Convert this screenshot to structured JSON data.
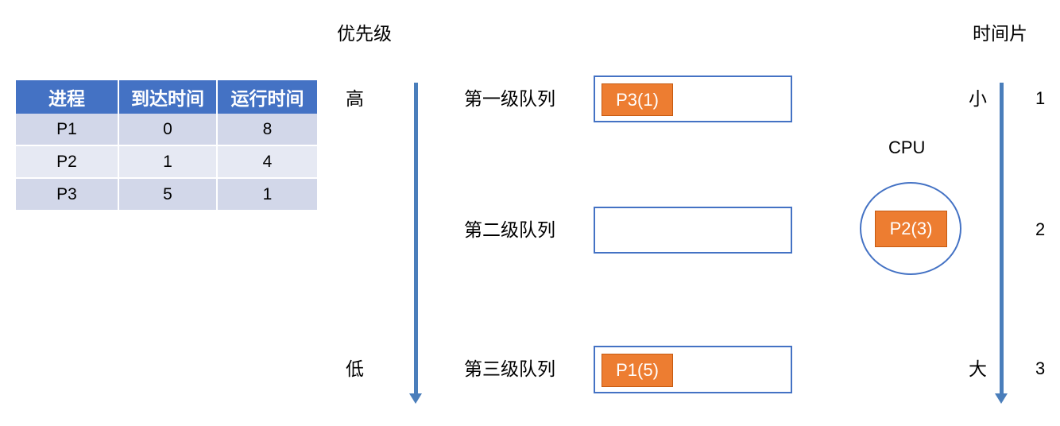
{
  "diagram": {
    "title_priority": "优先级",
    "title_timeslice": "时间片",
    "priority_high": "高",
    "priority_low": "低",
    "timeslice_small": "小",
    "timeslice_large": "大",
    "cpu_label": "CPU"
  },
  "table": {
    "headers": [
      "进程",
      "到达时间",
      "运行时间"
    ],
    "rows": [
      [
        "P1",
        "0",
        "8"
      ],
      [
        "P2",
        "1",
        "4"
      ],
      [
        "P3",
        "5",
        "1"
      ]
    ]
  },
  "queues": [
    {
      "label": "第一级队列",
      "process": "P3(1)",
      "timeslice": "1"
    },
    {
      "label": "第二级队列",
      "process": "",
      "timeslice": "2"
    },
    {
      "label": "第三级队列",
      "process": "P1(5)",
      "timeslice": "3"
    }
  ],
  "cpu": {
    "running_process": "P2(3)"
  },
  "colors": {
    "header_blue": "#4472C4",
    "row_dark": "#D2D7E9",
    "row_light": "#E6E9F3",
    "process_orange": "#ED7D31",
    "arrow_blue": "#4A7EBB",
    "box_border": "#4472C4"
  }
}
